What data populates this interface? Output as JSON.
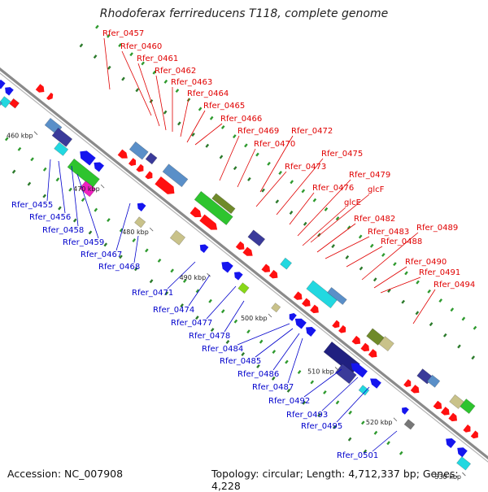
{
  "title": "Rhodoferax ferrireducens T118, complete genome",
  "footer": {
    "accession": "Accession: NC_007908",
    "summary": "Topology: circular; Length: 4,712,337 bp; Genes: 4,228"
  },
  "colors": {
    "forward_label": "#e00000",
    "reverse_label": "#0000cc",
    "backbone": "#8a8a8a",
    "dot_green": "#2e9a2e"
  },
  "ticks": [
    {
      "label": "460 kbp"
    },
    {
      "label": "470 kbp"
    },
    {
      "label": "480 kbp"
    },
    {
      "label": "490 kbp"
    },
    {
      "label": "500 kbp"
    },
    {
      "label": "510 kbp"
    },
    {
      "label": "520 kbp"
    },
    {
      "label": "530 kbp"
    }
  ],
  "forward_genes": [
    {
      "label": "Rfer_0457"
    },
    {
      "label": "Rfer_0460"
    },
    {
      "label": "Rfer_0461"
    },
    {
      "label": "Rfer_0462"
    },
    {
      "label": "Rfer_0463"
    },
    {
      "label": "Rfer_0464"
    },
    {
      "label": "Rfer_0465"
    },
    {
      "label": "Rfer_0466"
    },
    {
      "label": "Rfer_0469"
    },
    {
      "label": "Rfer_0472"
    },
    {
      "label": "Rfer_0470"
    },
    {
      "label": "Rfer_0475"
    },
    {
      "label": "Rfer_0473"
    },
    {
      "label": "Rfer_0479"
    },
    {
      "label": "Rfer_0476"
    },
    {
      "label": "glcF"
    },
    {
      "label": "glcE"
    },
    {
      "label": "Rfer_0482"
    },
    {
      "label": "Rfer_0483"
    },
    {
      "label": "Rfer_0489"
    },
    {
      "label": "Rfer_0488"
    },
    {
      "label": "Rfer_0490"
    },
    {
      "label": "Rfer_0491"
    },
    {
      "label": "Rfer_0494"
    }
  ],
  "reverse_genes": [
    {
      "label": "Rfer_0455"
    },
    {
      "label": "Rfer_0456"
    },
    {
      "label": "Rfer_0458"
    },
    {
      "label": "Rfer_0459"
    },
    {
      "label": "Rfer_0467"
    },
    {
      "label": "Rfer_0468"
    },
    {
      "label": "Rfer_0471"
    },
    {
      "label": "Rfer_0474"
    },
    {
      "label": "Rfer_0477"
    },
    {
      "label": "Rfer_0478"
    },
    {
      "label": "Rfer_0484"
    },
    {
      "label": "Rfer_0485"
    },
    {
      "label": "Rfer_0486"
    },
    {
      "label": "Rfer_0487"
    },
    {
      "label": "Rfer_0492"
    },
    {
      "label": "Rfer_0493"
    },
    {
      "label": "Rfer_0495"
    },
    {
      "label": "Rfer_0501"
    }
  ]
}
